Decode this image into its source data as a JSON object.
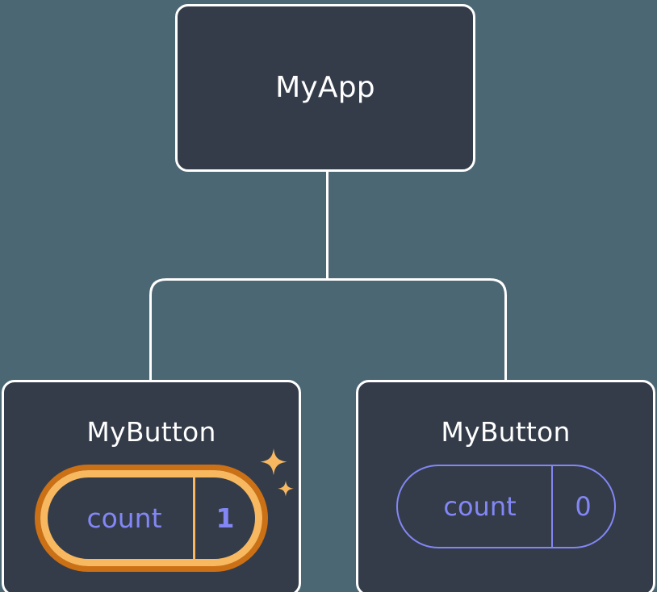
{
  "diagram": {
    "type": "component-tree",
    "background_color": "#4c6774",
    "node_fill_color": "#343c4a",
    "node_border_color": "#ffffff",
    "edge_color": "#ffffff",
    "highlight_outer_color": "#cc7015",
    "highlight_inner_color": "#f8b85f",
    "state_text_color": "#8287f5",
    "sparkle_color": "#f8b85f",
    "root": {
      "label": "MyApp"
    },
    "children": [
      {
        "label": "MyButton",
        "state": {
          "key": "count",
          "value": "1"
        },
        "highlighted": true,
        "sparkles": true
      },
      {
        "label": "MyButton",
        "state": {
          "key": "count",
          "value": "0"
        },
        "highlighted": false,
        "sparkles": false
      }
    ]
  }
}
